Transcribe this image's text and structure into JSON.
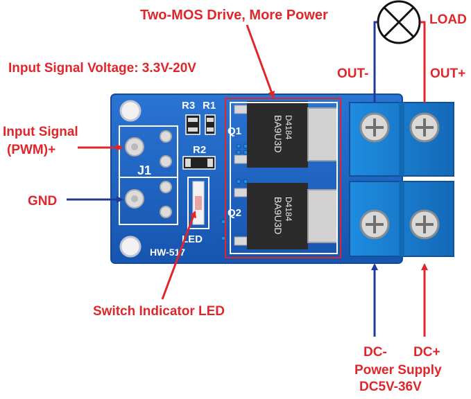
{
  "labels": {
    "title": "Two-MOS Drive, More Power",
    "input_voltage": "Input Signal Voltage: 3.3V-20V",
    "input_signal_line1": "Input Signal",
    "input_signal_line2": "(PWM)+",
    "gnd": "GND",
    "load": "LOAD",
    "out_minus": "OUT-",
    "out_plus": "OUT+",
    "switch_led": "Switch Indicator LED",
    "dc_minus": "DC-",
    "dc_plus": "DC+",
    "power_supply_line1": "Power Supply",
    "power_supply_line2": "DC5V-36V"
  },
  "board": {
    "r3": "R3",
    "r1": "R1",
    "r2": "R2",
    "q1": "Q1",
    "q2": "Q2",
    "j1": "J1",
    "led": "LED",
    "model": "HW-517",
    "mosfet_marking_line1": "D4184",
    "mosfet_marking_line2": "BA9U3D",
    "mosfet_marking2_line1": "D4184",
    "mosfet_marking2_line2": "BA9U3D"
  },
  "colors": {
    "label_red": "#e0262b",
    "arrow_blue": "#1e3a9a",
    "pcb_blue": "#1b63c4",
    "terminal_blue": "#1a7fd0",
    "highlight_red": "#e0262b"
  }
}
